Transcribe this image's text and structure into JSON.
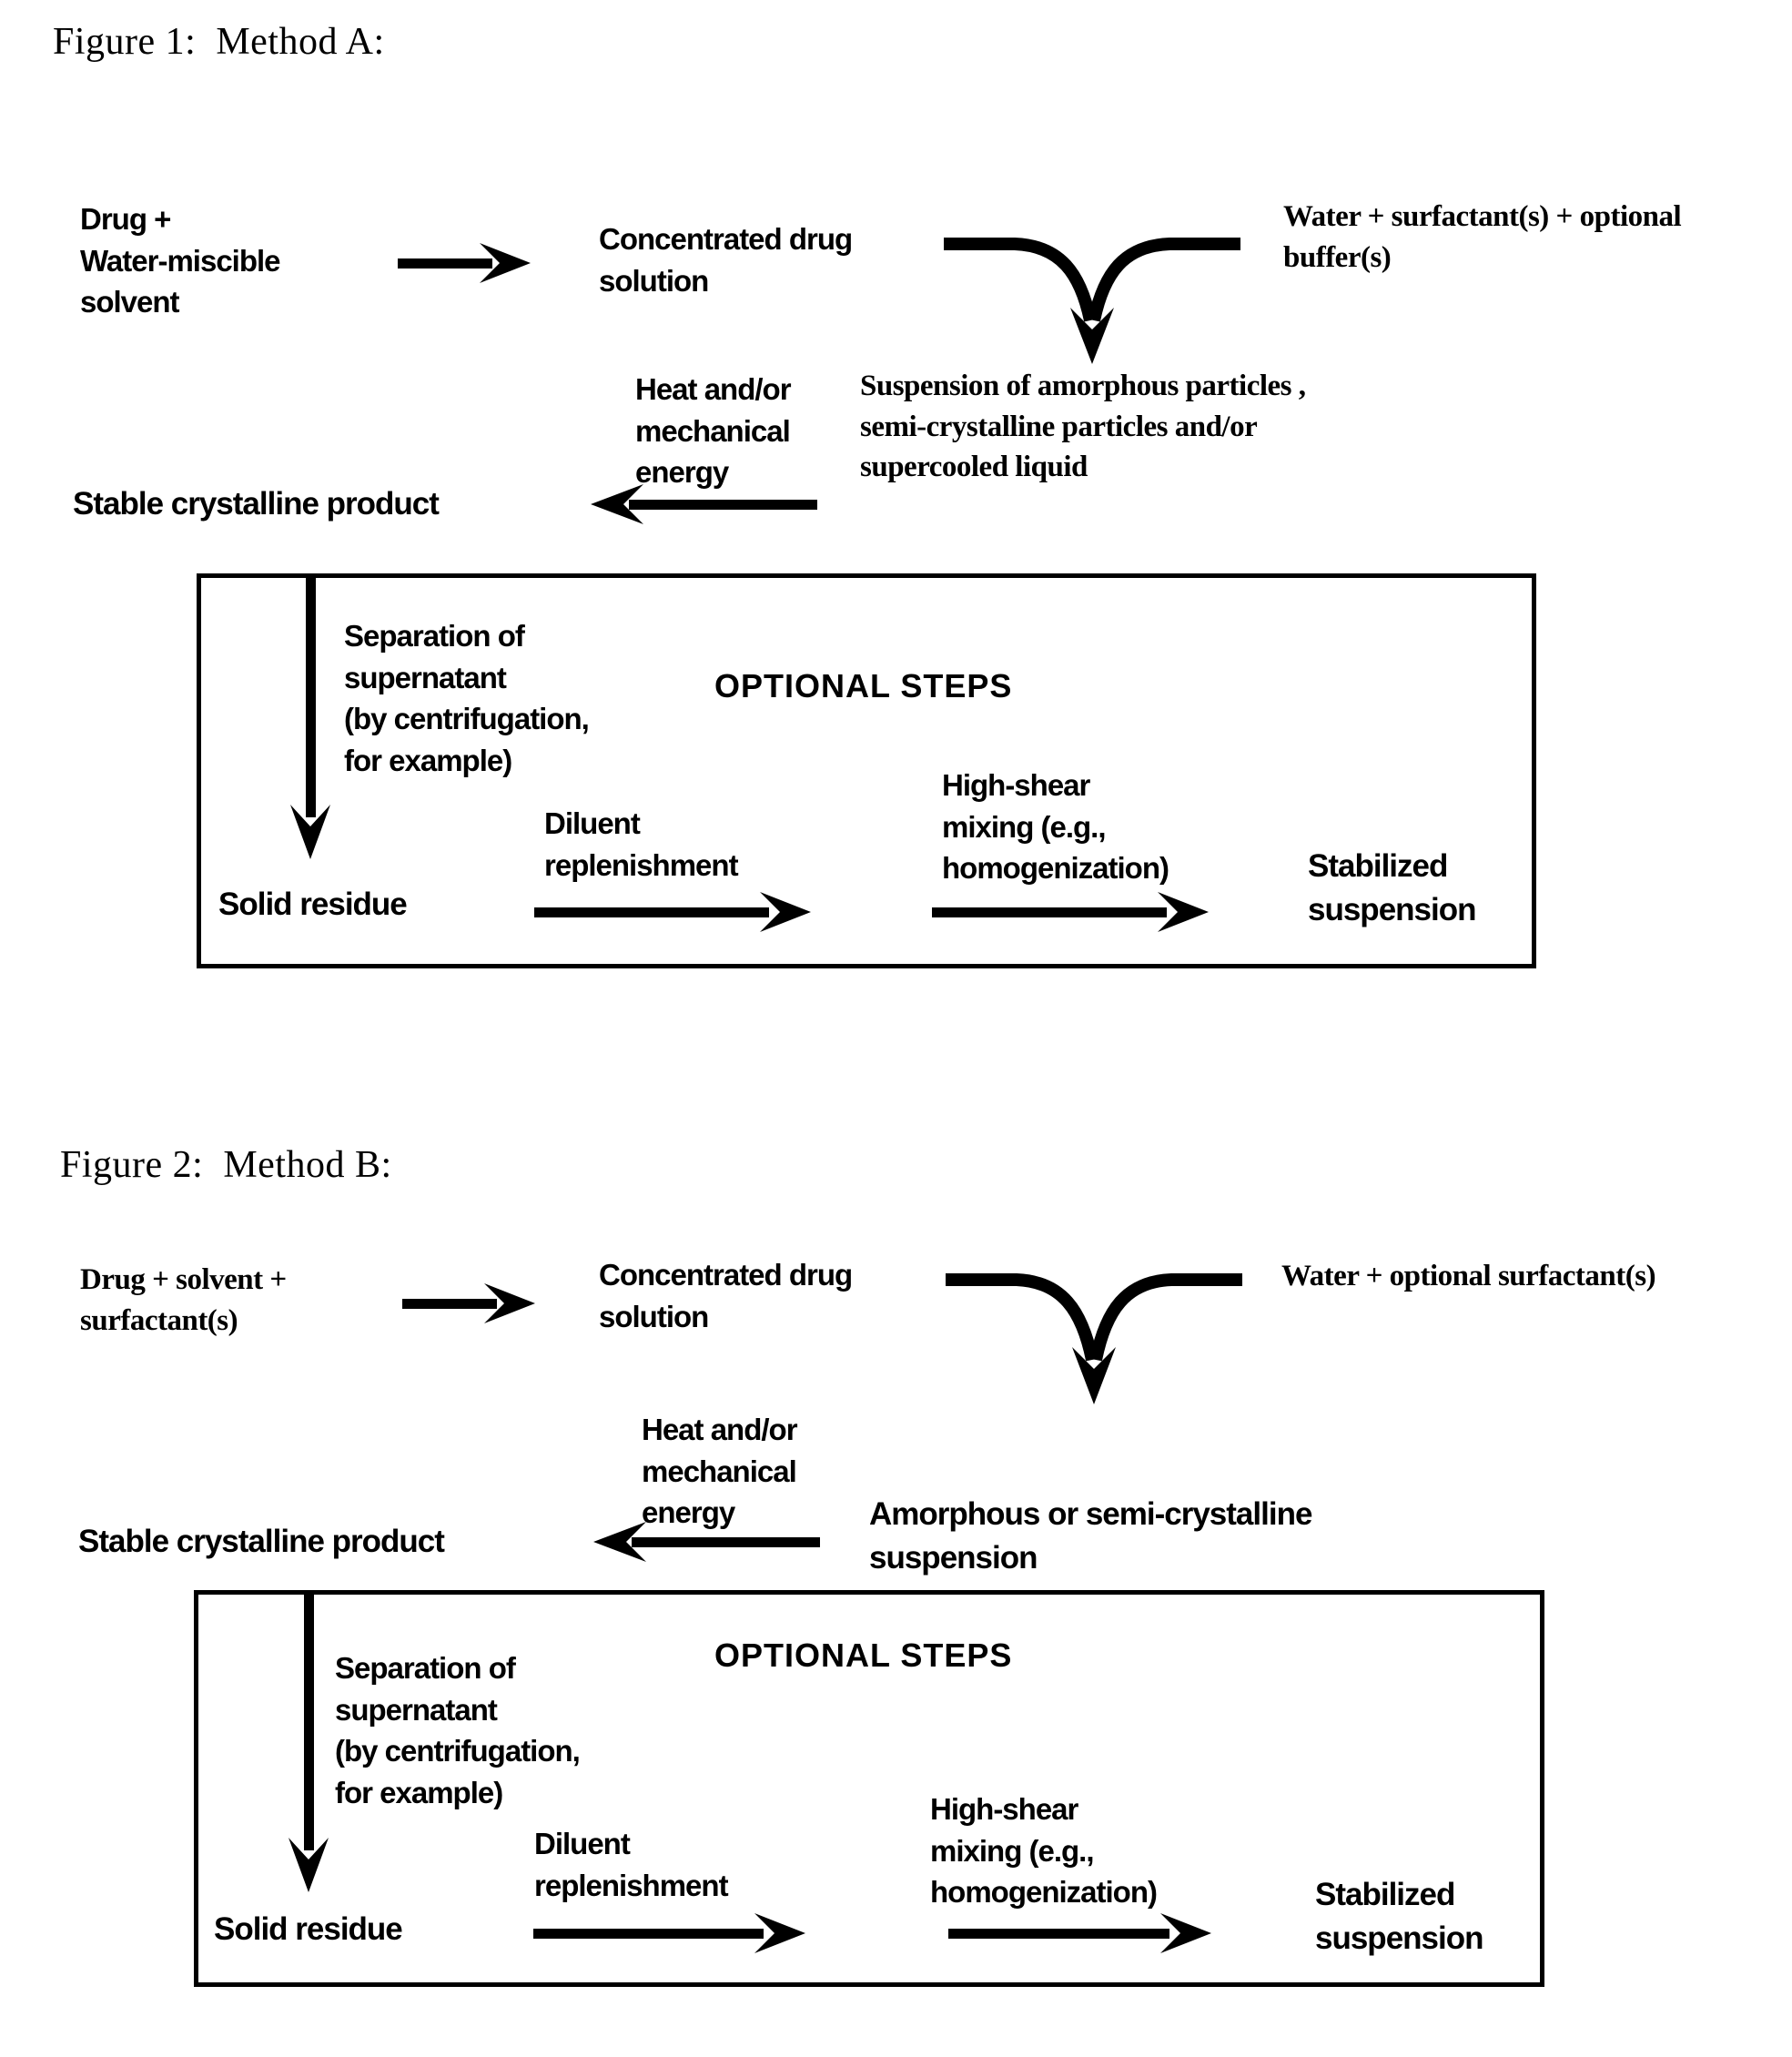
{
  "page": {
    "ink_color": "#000000",
    "paper_color": "#ffffff"
  },
  "figure1": {
    "title": "Figure 1:  Method A:",
    "inputs": {
      "drug": "Drug +\nWater-miscible\nsolvent",
      "aqueous": "Water + surfactant(s) + optional\nbuffer(s)"
    },
    "concentrated_solution": "Concentrated drug\nsolution",
    "energy": "Heat and/or\nmechanical\nenergy",
    "intermediate": "Suspension of amorphous particles ,\nsemi-crystalline particles and/or\nsupercooled liquid",
    "product": "Stable crystalline product",
    "optional": {
      "header": "OPTIONAL STEPS",
      "separation": "Separation of\nsupernatant\n(by centrifugation,\nfor example)",
      "solid_residue": "Solid residue",
      "diluent": "Diluent\nreplenishment",
      "high_shear": "High-shear\nmixing (e.g.,\nhomogenization)",
      "stabilized": "Stabilized\nsuspension"
    }
  },
  "figure2": {
    "title": "Figure 2:  Method B:",
    "inputs": {
      "drug": "Drug + solvent +\nsurfactant(s)",
      "aqueous": "Water + optional surfactant(s)"
    },
    "concentrated_solution": "Concentrated drug\nsolution",
    "energy": "Heat and/or\nmechanical\nenergy",
    "intermediate": "Amorphous or semi-crystalline\nsuspension",
    "product": "Stable crystalline product",
    "optional": {
      "header": "OPTIONAL STEPS",
      "separation": "Separation of\nsupernatant\n(by centrifugation,\nfor example)",
      "solid_residue": "Solid residue",
      "diluent": "Diluent\nreplenishment",
      "high_shear": "High-shear\nmixing (e.g.,\nhomogenization)",
      "stabilized": "Stabilized\nsuspension"
    }
  }
}
